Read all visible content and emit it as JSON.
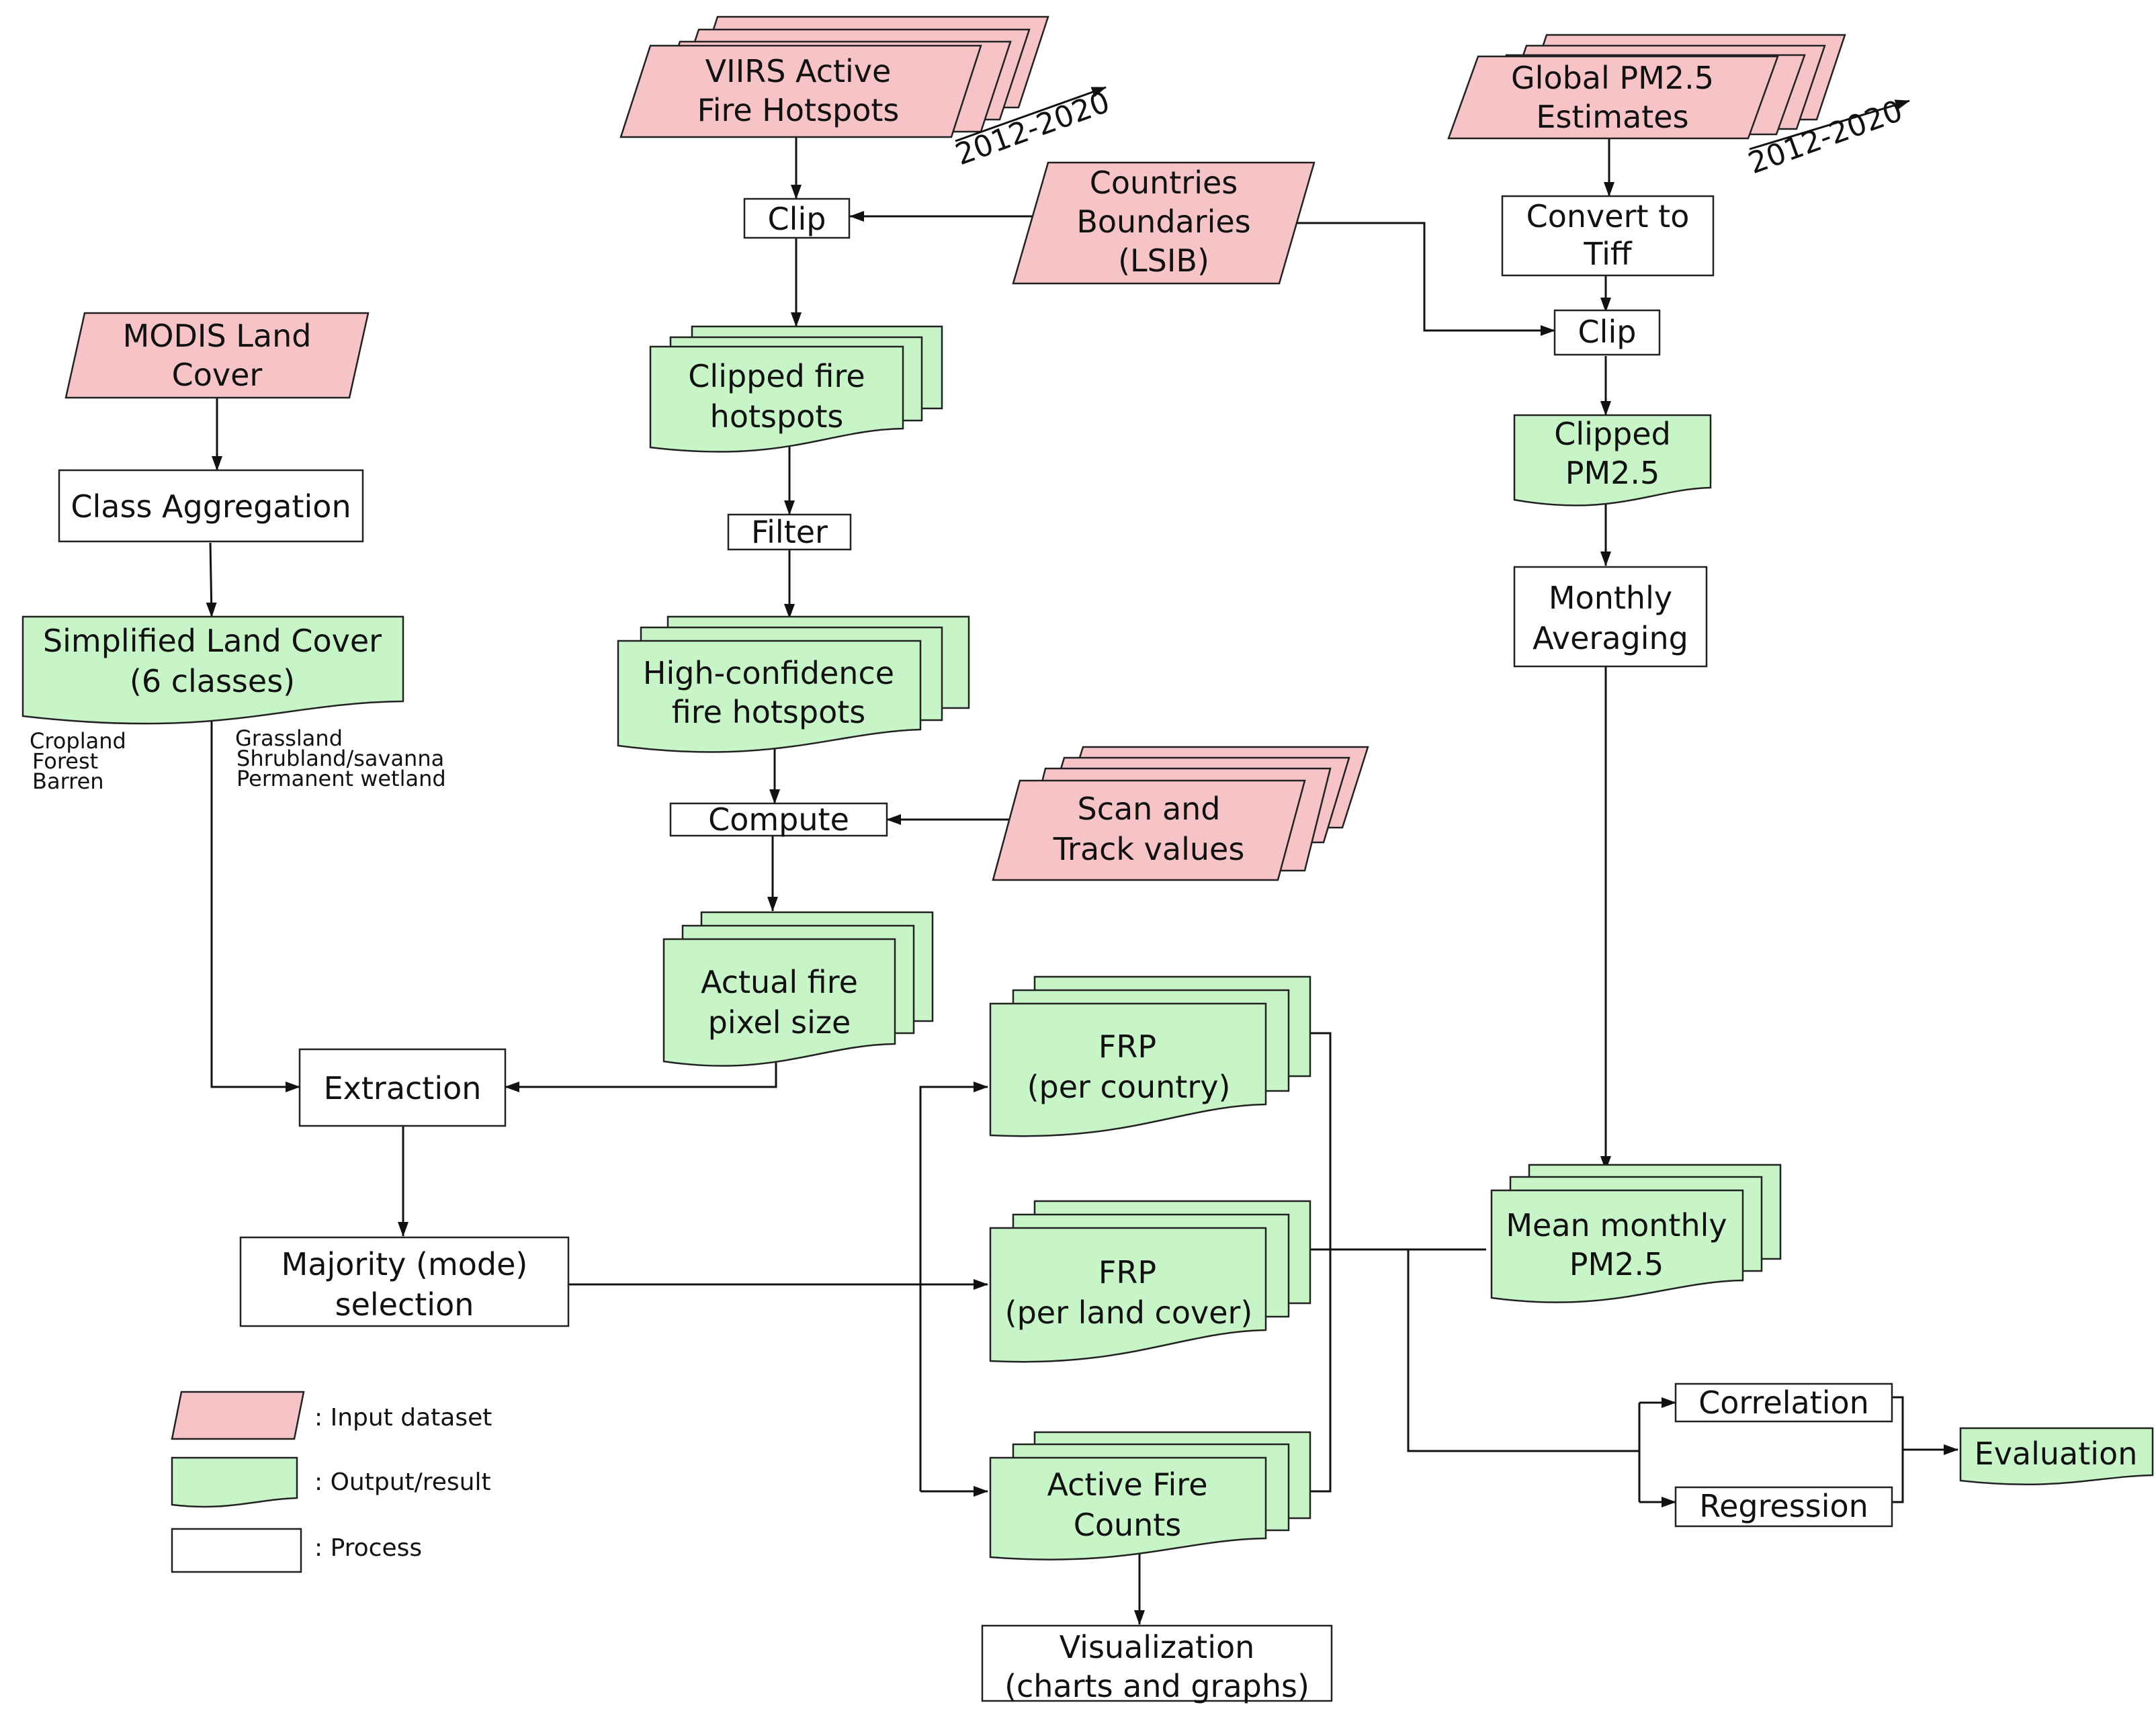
{
  "colors": {
    "input": "#f6c3c6",
    "output": "#c8f5c8",
    "process": "#ffffff",
    "stroke": "#222222"
  },
  "nodes": {
    "viirs": [
      "VIIRS Active",
      "Fire Hotspots"
    ],
    "viirs_years": "2012-2020",
    "global_pm25": [
      "Global PM2.5",
      "Estimates"
    ],
    "pm25_years": "2012-2020",
    "countries": [
      "Countries",
      "Boundaries",
      "(LSIB)"
    ],
    "modis": [
      "MODIS Land",
      "Cover"
    ],
    "clip_fire": "Clip",
    "convert_tiff": [
      "Convert to",
      "Tiff"
    ],
    "clip_pm": "Clip",
    "clipped_fire": [
      "Clipped fire",
      "hotspots"
    ],
    "clipped_pm": [
      "Clipped",
      "PM2.5"
    ],
    "class_agg": "Class Aggregation",
    "filter": "Filter",
    "monthly_avg": [
      "Monthly",
      "Averaging"
    ],
    "simplified_lc": [
      "Simplified Land Cover",
      "(6 classes)"
    ],
    "classes_left": [
      "Cropland",
      "Forest",
      "Barren"
    ],
    "classes_right": [
      "Grassland",
      "Shrubland/savanna",
      "Permanent wetland"
    ],
    "high_conf": [
      "High-confidence",
      "fire hotspots"
    ],
    "compute": "Compute",
    "scan_track": [
      "Scan and",
      "Track values"
    ],
    "actual_pixel": [
      "Actual fire",
      "pixel size"
    ],
    "extraction": "Extraction",
    "frp_country": [
      "FRP",
      "(per country)"
    ],
    "frp_lc": [
      "FRP",
      "(per land cover)"
    ],
    "active_counts": [
      "Active Fire",
      "Counts"
    ],
    "mean_pm": [
      "Mean monthly",
      "PM2.5"
    ],
    "majority": [
      "Majority (mode)",
      "selection"
    ],
    "correlation": "Correlation",
    "regression": "Regression",
    "evaluation": "Evaluation",
    "visualization": [
      "Visualization",
      "(charts and graphs)"
    ]
  },
  "legend": {
    "input": ": Input dataset",
    "output": ": Output/result",
    "process": ": Process"
  }
}
